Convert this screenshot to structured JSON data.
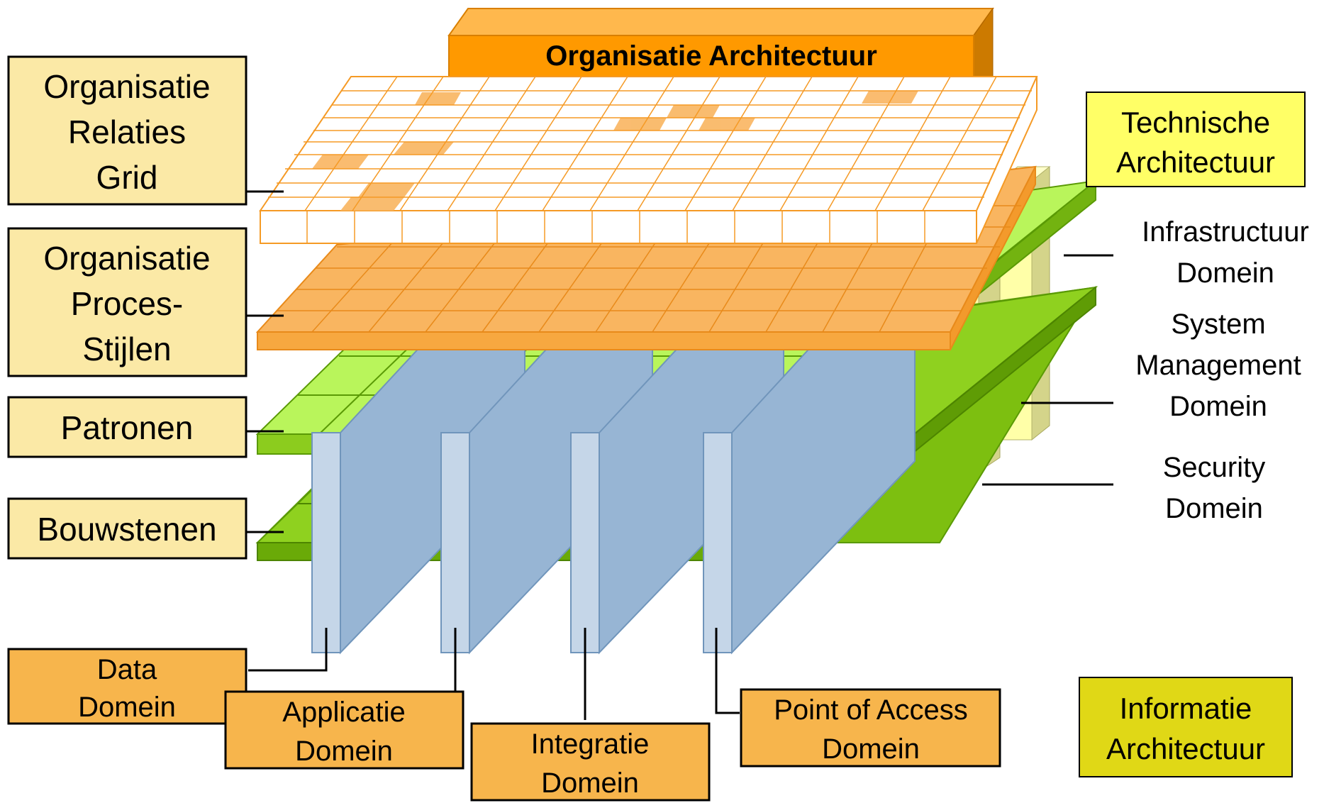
{
  "title": "Organisatie Architectuur",
  "left_labels": {
    "relaties": [
      "Organisatie",
      "Relaties",
      "Grid"
    ],
    "proces": [
      "Organisatie",
      "Proces-",
      "Stijlen"
    ],
    "patronen": "Patronen",
    "bouwstenen": "Bouwstenen"
  },
  "right_labels": {
    "technische": [
      "Technische",
      "Architectuur"
    ],
    "infrastructuur": [
      "Infrastructuur",
      "Domein"
    ],
    "system_management": [
      "System",
      "Management",
      "Domein"
    ],
    "security": [
      "Security",
      "Domein"
    ],
    "informatie": [
      "Informatie",
      "Architectuur"
    ]
  },
  "bottom_labels": {
    "data": [
      "Data",
      "Domein"
    ],
    "applicatie": [
      "Applicatie",
      "Domein"
    ],
    "integratie": [
      "Integratie",
      "Domein"
    ],
    "point_of_access": [
      "Point of Access",
      "Domein"
    ]
  },
  "colors": {
    "label_fill": "#fbe9a6",
    "domain_box_fill": "#f7b54c",
    "title_bar": "#ff9900",
    "grid_top": "#ffffff",
    "grid_top_line": "#f59a25",
    "grid_orange": "#f9b560",
    "green_layer": "#b9f55b",
    "green_layer_dark": "#8ccc1e",
    "blue_wall": "#97b5d4",
    "blue_wall_front": "#c5d6e8",
    "yellow_pillar": "#ffffa8",
    "technische_fill": "#ffff66",
    "informatie_fill": "#e0d816",
    "red_text": "#ff0000"
  }
}
